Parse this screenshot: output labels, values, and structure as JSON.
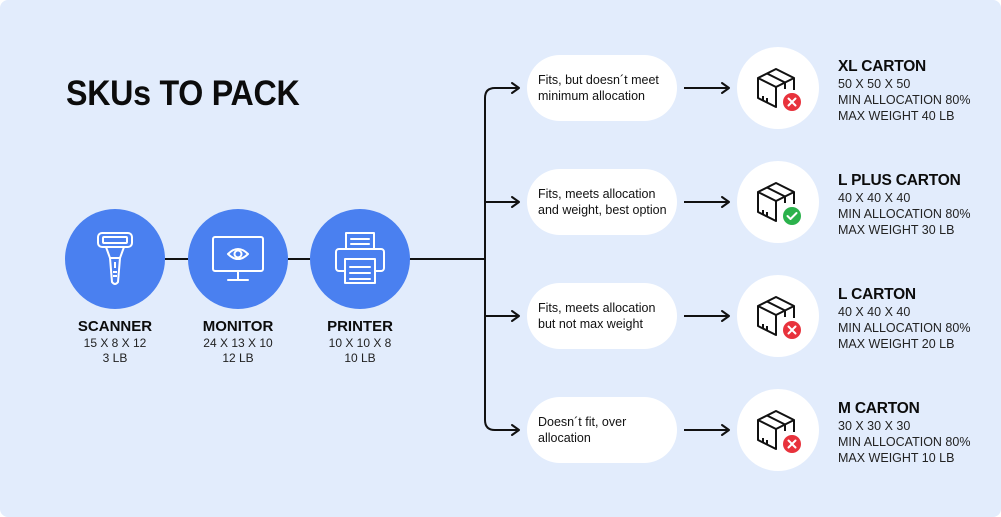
{
  "title": "SKUs TO PACK",
  "items": [
    {
      "name": "SCANNER",
      "dims": "15 X 8 X 12",
      "weight": "3 LB",
      "icon": "barcode-scanner-icon"
    },
    {
      "name": "MONITOR",
      "dims": "24 X 13 X 10",
      "weight": "12 LB",
      "icon": "monitor-icon"
    },
    {
      "name": "PRINTER",
      "dims": "10 X 10 X 8",
      "weight": "10 LB",
      "icon": "printer-icon"
    }
  ],
  "options": [
    {
      "outcome_lines": [
        "Fits, but doesn´t meet",
        "minimum allocation"
      ],
      "carton": {
        "name": "XL CARTON",
        "dims": "50 X 50 X 50",
        "min_allocation": "MIN ALLOCATION 80%",
        "max_weight": "MAX WEIGHT 40 LB"
      },
      "status": "rejected"
    },
    {
      "outcome_lines": [
        "Fits, meets allocation",
        "and weight, best option"
      ],
      "carton": {
        "name": "L PLUS CARTON",
        "dims": "40 X 40 X 40",
        "min_allocation": "MIN ALLOCATION 80%",
        "max_weight": "MAX WEIGHT 30 LB"
      },
      "status": "accepted"
    },
    {
      "outcome_lines": [
        "Fits, meets allocation",
        "but not max weight"
      ],
      "carton": {
        "name": "L CARTON",
        "dims": "40 X 40 X 40",
        "min_allocation": "MIN ALLOCATION 80%",
        "max_weight": "MAX WEIGHT 20 LB"
      },
      "status": "rejected"
    },
    {
      "outcome_lines": [
        "Doesn´t fit, over",
        "allocation"
      ],
      "carton": {
        "name": "M CARTON",
        "dims": "30 X 30 X 30",
        "min_allocation": "MIN ALLOCATION 80%",
        "max_weight": "MAX WEIGHT 10 LB"
      },
      "status": "rejected"
    }
  ],
  "colors": {
    "background": "#e2ecfc",
    "item_circle": "#4a80f0",
    "accepted": "#2bb24c",
    "rejected": "#e8323c"
  }
}
